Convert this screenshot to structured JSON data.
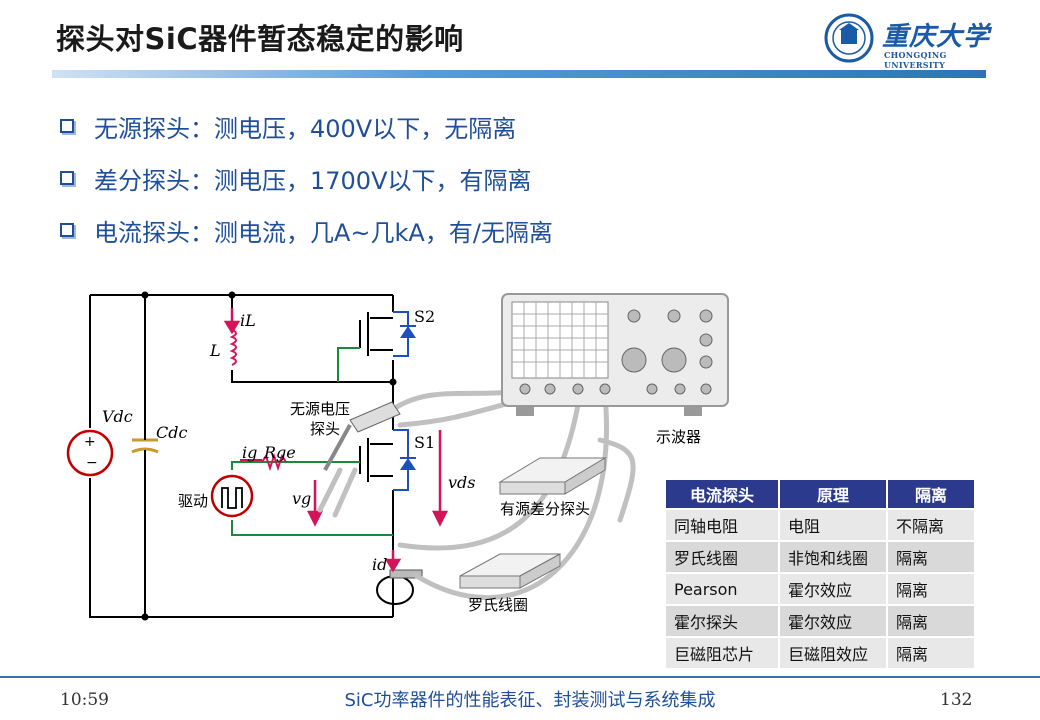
{
  "slide": {
    "title": "探头对SiC器件暂态稳定的影响",
    "logo": {
      "name": "重庆大学",
      "sub": "CHONGQING UNIVERSITY"
    },
    "bullets": [
      "无源探头：测电压，400V以下，无隔离",
      "差分探头：测电压，1700V以下，有隔离",
      "电流探头：测电流，几A~几kA，有/无隔离"
    ],
    "diagram_labels": {
      "iL": "iL",
      "L": "L",
      "S2": "S2",
      "S1": "S1",
      "Vdc": "Vdc",
      "Cdc": "Cdc",
      "passive_probe": [
        "无源电压",
        "探头"
      ],
      "ig": "ig",
      "Rge": "Rge",
      "drive": "驱动",
      "vg": "vg",
      "vds": "vds",
      "id": "id",
      "oscilloscope": "示波器",
      "diff_probe": "有源差分探头",
      "rogowski": "罗氏线圈"
    },
    "table": {
      "headers": [
        "电流探头",
        "原理",
        "隔离"
      ],
      "rows": [
        [
          "同轴电阻",
          "电阻",
          "不隔离"
        ],
        [
          "罗氏线圈",
          "非饱和线圈",
          "隔离"
        ],
        [
          "Pearson",
          "霍尔效应",
          "隔离"
        ],
        [
          "霍尔探头",
          "霍尔效应",
          "隔离"
        ],
        [
          "巨磁阻芯片",
          "巨磁阻效应",
          "隔离"
        ]
      ]
    },
    "footer": {
      "time": "10:59",
      "center": "SiC功率器件的性能表征、封装测试与系统集成",
      "page": "132"
    }
  }
}
